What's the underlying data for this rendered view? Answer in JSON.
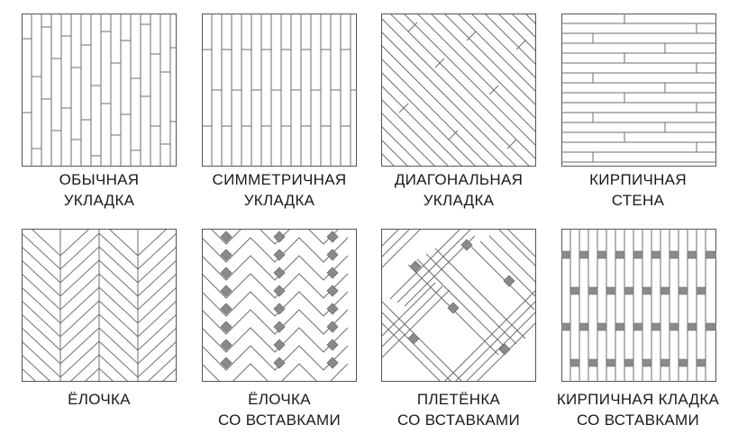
{
  "patterns": [
    {
      "id": "regular",
      "caption": [
        "ОБЫЧНАЯ",
        "УКЛАДКА"
      ]
    },
    {
      "id": "symmetric",
      "caption": [
        "СИММЕТРИЧНАЯ",
        "УКЛАДКА"
      ]
    },
    {
      "id": "diagonal",
      "caption": [
        "ДИАГОНАЛЬНАЯ",
        "УКЛАДКА"
      ]
    },
    {
      "id": "brick-wall",
      "caption": [
        "КИРПИЧНАЯ",
        "СТЕНА"
      ]
    },
    {
      "id": "herringbone",
      "caption": [
        "ЁЛОЧКА",
        ""
      ]
    },
    {
      "id": "herringbone-inserts",
      "caption": [
        "ЁЛОЧКА",
        "СО ВСТАВКАМИ"
      ]
    },
    {
      "id": "weave-inserts",
      "caption": [
        "ПЛЕТЁНКА",
        "СО ВСТАВКАМИ"
      ]
    },
    {
      "id": "brick-inserts",
      "caption": [
        "КИРПИЧНАЯ КЛАДКА",
        "СО ВСТАВКАМИ"
      ]
    }
  ],
  "colors": {
    "line": "#6e6e6e",
    "border": "#555555",
    "insert": "#8a8a8a",
    "background": "#ffffff"
  }
}
